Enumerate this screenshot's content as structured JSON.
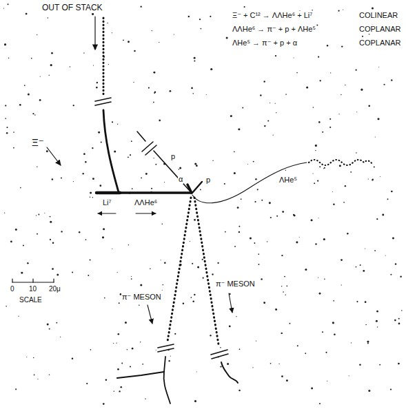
{
  "diagram": {
    "labels": [
      "OUT OF STACK",
      "Ξ⁻",
      "Ξ⁻ + C¹² → ΛΛHe⁶ + Li⁷",
      "COLINEAR",
      "ΛΛHe⁶ → π⁻ + p + ΛHe⁵",
      "COPLANAR",
      "ΛHe⁵ → π⁻ + p + α",
      "COPLANAR",
      "p",
      "α",
      "p",
      "Li⁷",
      "ΛΛHe⁶",
      "ΛHe⁵",
      "π⁻ MESON",
      "π⁻ MESON",
      "0",
      "10",
      "20μ",
      "SCALE"
    ]
  }
}
